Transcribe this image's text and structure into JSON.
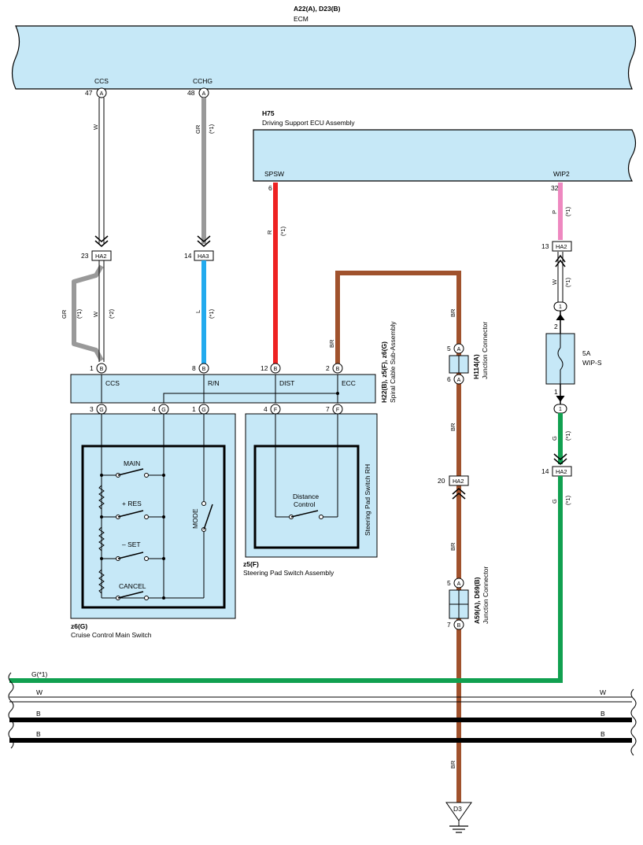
{
  "ecm": {
    "code": "A22(A), D23(B)",
    "name": "ECM",
    "pins": [
      {
        "num": "47",
        "letter": "A",
        "name": "CCS"
      },
      {
        "num": "48",
        "letter": "A",
        "name": "CCHG"
      }
    ]
  },
  "dsecu": {
    "code": "H75",
    "name": "Driving Support ECU Assembly",
    "pins": [
      {
        "num": "6",
        "name": "SPSW"
      },
      {
        "num": "32",
        "name": "WIP2"
      }
    ]
  },
  "spiral": {
    "code": "H22(B), z5(F), z6(G)",
    "name": "Spiral Cable Sub-Assembly",
    "top_pins": [
      {
        "num": "1",
        "letter": "B",
        "name": "CCS"
      },
      {
        "num": "8",
        "letter": "B",
        "name": "R/N"
      },
      {
        "num": "12",
        "letter": "B",
        "name": "DIST"
      },
      {
        "num": "2",
        "letter": "B",
        "name": "ECC"
      }
    ],
    "bottom_pins": [
      {
        "num": "3",
        "letter": "G"
      },
      {
        "num": "4",
        "letter": "G"
      },
      {
        "num": "1",
        "letter": "G"
      },
      {
        "num": "4",
        "letter": "F"
      },
      {
        "num": "7",
        "letter": "F"
      }
    ]
  },
  "cruise_switch": {
    "code": "z6(G)",
    "name": "Cruise Control Main Switch",
    "switches": [
      "MAIN",
      "+ RES",
      "– SET",
      "CANCEL"
    ],
    "mode": "MODE"
  },
  "pad_switch": {
    "code": "z5(F)",
    "name": "Steering Pad Switch Assembly",
    "inner": "Steering Pad Switch RH",
    "distance_1": "Distance",
    "distance_2": "Control"
  },
  "junction_h114": {
    "code": "H114(A)",
    "name": "Junction Connector",
    "pin_top": "5",
    "pin_bottom": "6",
    "letter": "A"
  },
  "junction_a59": {
    "code": "A59(A), D69(B)",
    "name": "Junction Connector",
    "pin_top": "5",
    "pin_bottom": "7",
    "letter_top": "A",
    "letter_bottom": "B"
  },
  "fuse": {
    "rating": "5A",
    "name": "WIP-S",
    "pin_top": "2",
    "pin_bottom": "1",
    "conn": "1"
  },
  "connectors": {
    "ha2_ccs": {
      "label": "HA2",
      "pin": "23"
    },
    "ha3": {
      "label": "HA3",
      "pin": "14"
    },
    "ha2_wip": {
      "label": "HA2",
      "pin": "13"
    },
    "ha2_g": {
      "label": "HA2",
      "pin": "14"
    },
    "ha2_br": {
      "label": "HA2",
      "pin": "20"
    }
  },
  "wires": {
    "ccs_w": "W",
    "cchg_gr": "GR",
    "cchg_note": "(*1)",
    "gr_loop": "GR",
    "gr_loop_note": "(*1)",
    "w_loop": "W",
    "w_loop_note": "(*2)",
    "l": "L",
    "l_note": "(*1)",
    "r": "R",
    "r_note": "(*1)",
    "br_ecc": "BR",
    "br_top": "BR",
    "br_mid": "BR",
    "br_low": "BR",
    "br_bottom": "BR",
    "p": "P",
    "p_note": "(*1)",
    "w_wip": "W",
    "w_wip_note": "(*1)",
    "g_fuse": "G",
    "g_fuse_note": "(*1)",
    "g_ha2": "G",
    "g_ha2_note": "(*1)"
  },
  "buses": {
    "g": "G(*1)",
    "w": "W",
    "b": "B"
  },
  "ground": {
    "label": "D3"
  },
  "colors": {
    "ecu_fill": "#c6e8f7",
    "wire_gray": "#999999",
    "wire_blue": "#22aaee",
    "wire_red": "#ee2222",
    "wire_brown": "#a0522d",
    "wire_pink": "#ee88c0",
    "wire_green": "#11a050",
    "wire_black": "#000000"
  }
}
